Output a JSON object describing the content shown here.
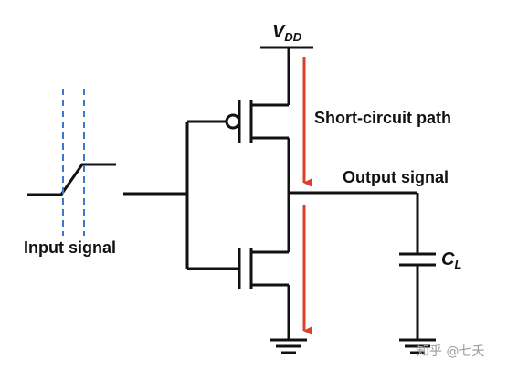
{
  "labels": {
    "vdd_main": "V",
    "vdd_sub": "DD",
    "short_circuit": "Short-circuit path",
    "output_signal": "Output signal",
    "input_signal": "Input signal",
    "cl_main": "C",
    "cl_sub": "L"
  },
  "watermark": "知乎 @七夭",
  "colors": {
    "wire": "#111111",
    "arrow": "#d9412b",
    "dashed": "#3a78c9"
  }
}
